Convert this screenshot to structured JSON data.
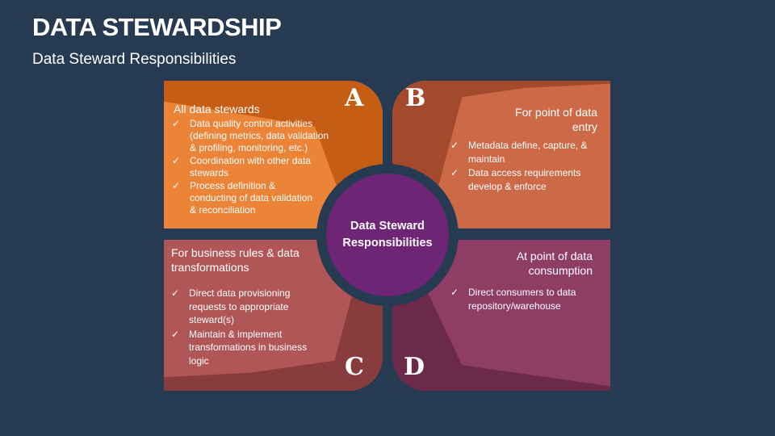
{
  "header": {
    "title": "DATA STEWARDSHIP",
    "subtitle": "Data Steward Responsibilities"
  },
  "center": {
    "line1": "Data Steward",
    "line2": "Responsibilities"
  },
  "panels": {
    "a": {
      "letter": "A",
      "title": "All data stewards",
      "color": "#ec8438",
      "dark": "#c65d14",
      "items": [
        "Data quality control activities (defining metrics, data validation & profiling, monitoring, etc.)",
        "Coordination with other data stewards",
        "Process definition & conducting of data validation & reconciliation"
      ]
    },
    "b": {
      "letter": "B",
      "title_line1": "For point of data",
      "title_line2": "entry",
      "color": "#cc6a48",
      "dark": "#a44a2c",
      "items": [
        "Metadata  define, capture, & maintain",
        "Data access requirements develop & enforce"
      ]
    },
    "c": {
      "letter": "C",
      "title": "For business rules & data transformations",
      "color": "#b05656",
      "dark": "#893c3e",
      "items": [
        "Direct data provisioning requests to appropriate steward(s)",
        "Maintain & implement transformations in business logic"
      ]
    },
    "d": {
      "letter": "D",
      "title_line1": "At point of data",
      "title_line2": "consumption",
      "color": "#8e3d64",
      "dark": "#6c2a4b",
      "items": [
        "Direct consumers to data repository/warehouse"
      ]
    }
  }
}
